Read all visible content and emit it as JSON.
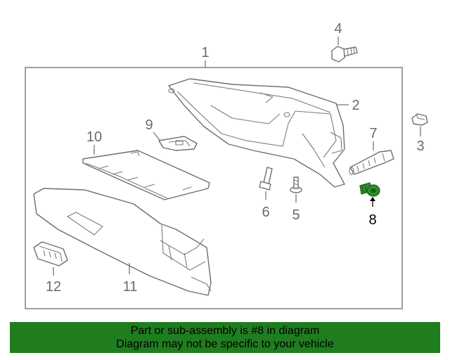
{
  "diagram": {
    "callouts": {
      "c1": "1",
      "c2": "2",
      "c3": "3",
      "c4": "4",
      "c5": "5",
      "c6": "6",
      "c7": "7",
      "c8": "8",
      "c9": "9",
      "c10": "10",
      "c11": "11",
      "c12": "12"
    },
    "highlight_part": "8",
    "highlight_color": "#2e8b2e"
  },
  "banner": {
    "line1": "Part or sub-assembly is #8 in diagram",
    "line2": "Diagram may not be specific to your vehicle",
    "background": "#1f7d1f"
  }
}
